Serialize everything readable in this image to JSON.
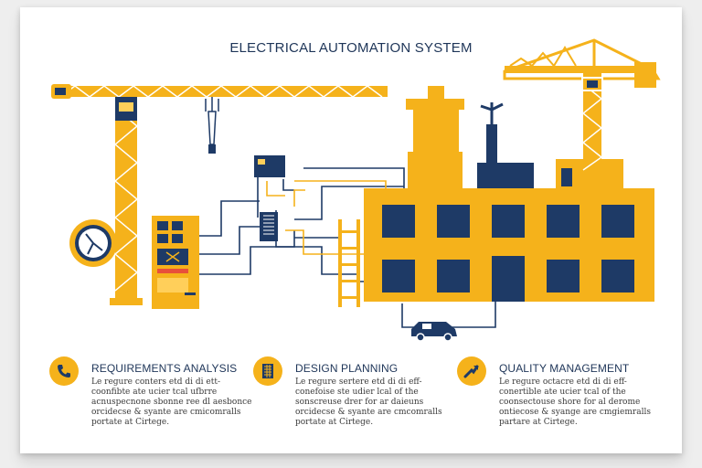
{
  "title": "ELECTRICAL AUTOMATION SYSTEM",
  "colors": {
    "accent_yellow": "#f5b21b",
    "navy": "#1e3a66",
    "light_yellow": "#ffcf5a",
    "red": "#e8503a"
  },
  "features": [
    {
      "heading": "REQUIREMENTS ANALYSIS",
      "icon": "phone-icon",
      "body": "Le regure conters etd di di ett- coonfibte ate ucier tcal ufbrre acnuspecnone sbonne ree dl aesbonce orcidecse & syante are cmicomralls portate at Cirtege."
    },
    {
      "heading": "DESIGN PLANNING",
      "icon": "blueprint-icon",
      "body": "Le regure sertere etd di di eff- conefoise ste udier lcal of the sonscreuse drer for ar daieuns orcidecse & syante are cmcomralls portate at Cirtege."
    },
    {
      "heading": "QUALITY MANAGEMENT",
      "icon": "check-arrow-icon",
      "body": "Le regure octacre etd di di eff- conertible ate ucier tcal of the coonsectouse shore for al derome ontiecose & syange are cmgiemralls partare at Cirtege."
    }
  ]
}
